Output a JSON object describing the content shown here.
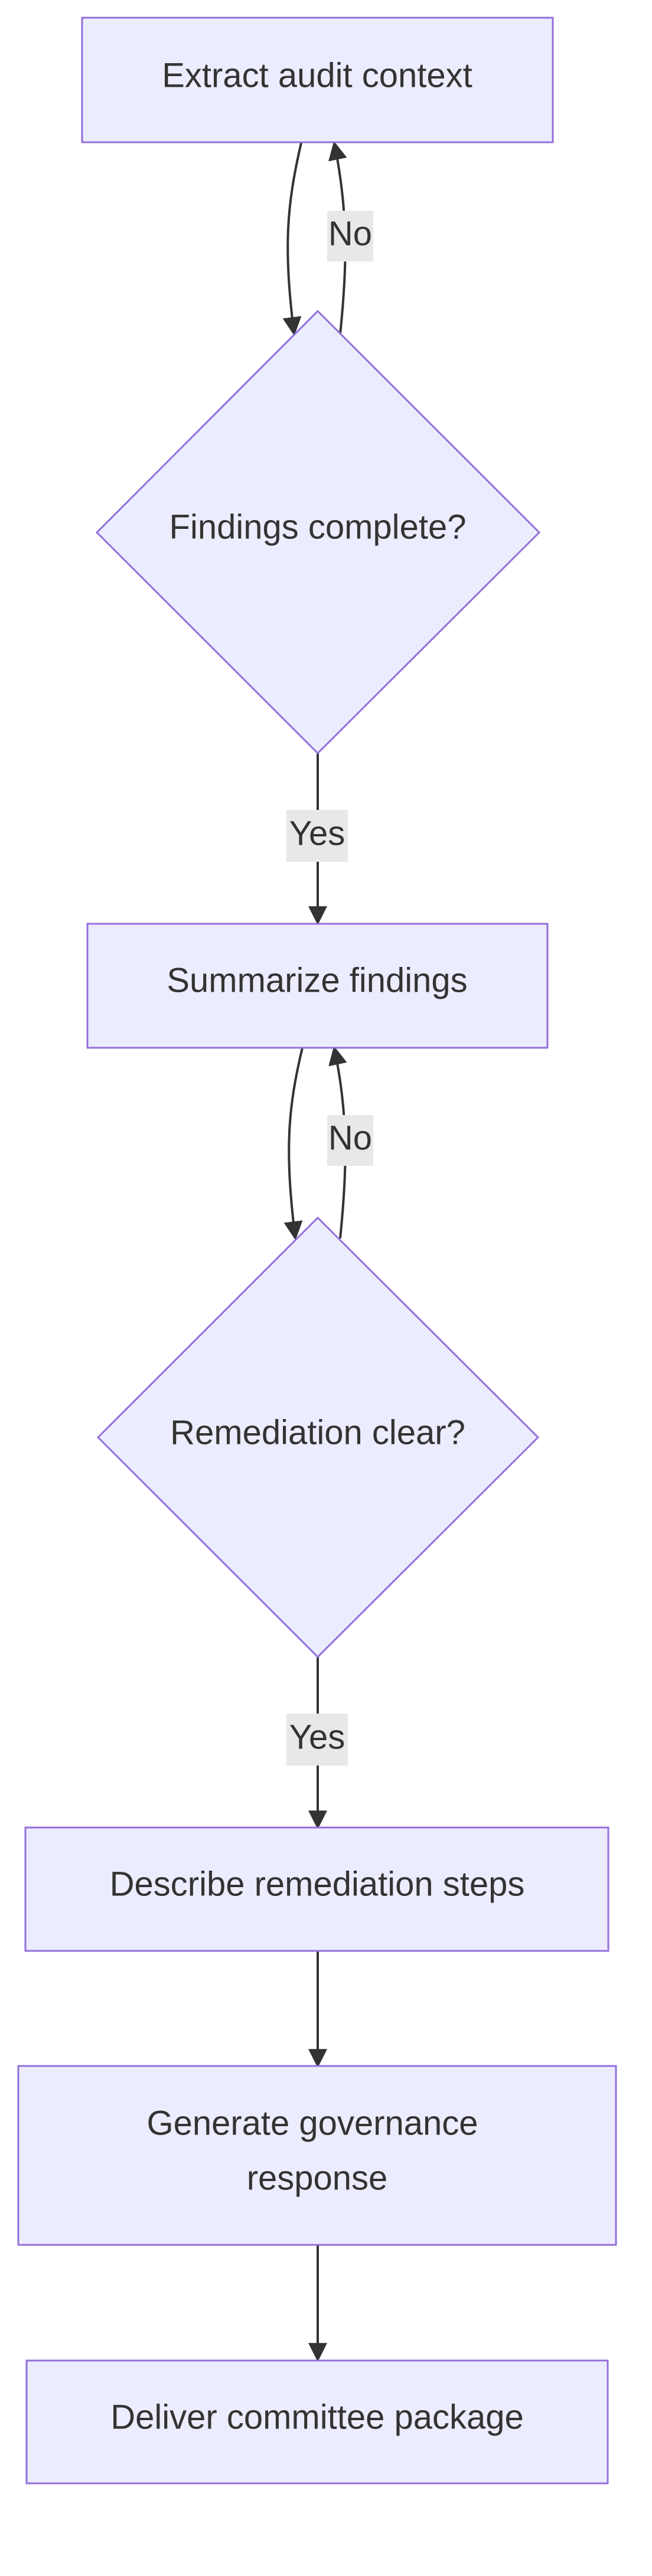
{
  "nodes": {
    "extract": "Extract audit context",
    "findings_decision": "Findings complete?",
    "summarize": "Summarize findings",
    "remediation_decision": "Remediation clear?",
    "describe": "Describe remediation steps",
    "generate_line1": "Generate governance",
    "generate_line2": "response",
    "deliver": "Deliver committee package"
  },
  "edges": {
    "findings_no": "No",
    "findings_yes": "Yes",
    "remediation_no": "No",
    "remediation_yes": "Yes"
  },
  "colors": {
    "node_fill": "#ececff",
    "node_stroke": "#9370db",
    "edge": "#333333",
    "label_bg": "#e8e8e8"
  }
}
